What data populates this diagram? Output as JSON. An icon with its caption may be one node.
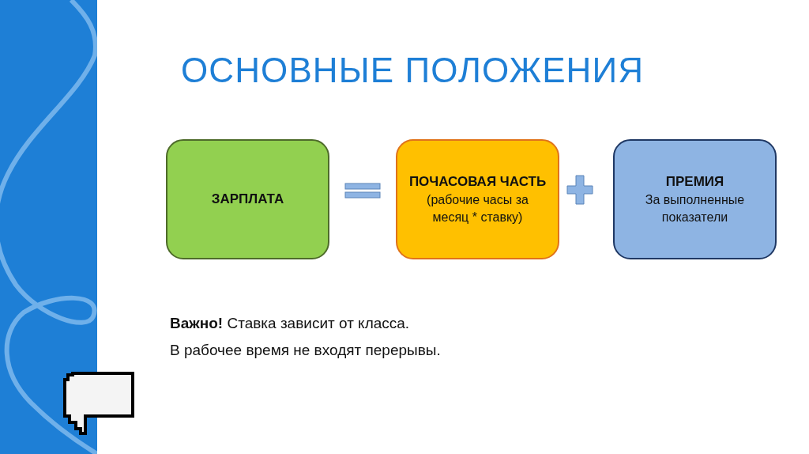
{
  "diagram": {
    "title": "ОСНОВНЫЕ ПОЛОЖЕНИЯ",
    "nodes": [
      {
        "text": [
          "ЗАРПЛАТА"
        ]
      },
      {
        "text": [
          "ПОЧАСОВАЯ ЧАСТЬ",
          "(рабочие часы за месяц * ставку)"
        ]
      },
      {
        "text": [
          "ПРЕМИЯ",
          "За выполненные показатели"
        ]
      }
    ],
    "labels": [
      "**Важно!** Ставка зависит от класса.",
      "В рабочее время не входят перерывы."
    ]
  }
}
